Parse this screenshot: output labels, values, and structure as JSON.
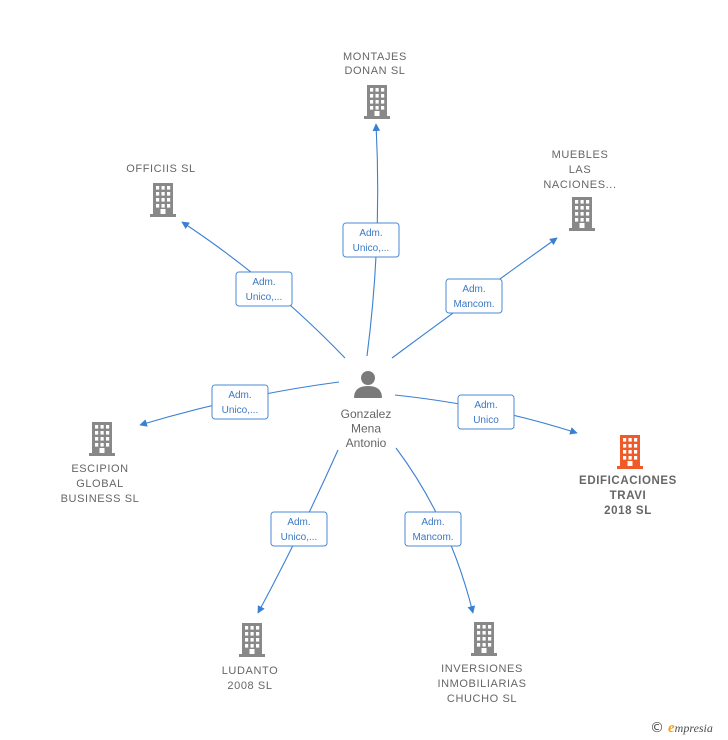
{
  "colors": {
    "edge": "#3a80d2",
    "role_text": "#3a78c4",
    "role_border": "#4a8ad4",
    "building": "#888888",
    "building_highlight": "#f05a28",
    "text": "#666666",
    "brand_e": "#f0a020"
  },
  "center": {
    "icon": "person-icon",
    "name": [
      "Gonzalez",
      "Mena",
      "Antonio"
    ]
  },
  "nodes": [
    {
      "id": "montajes",
      "icon": "building-icon",
      "highlight": false,
      "name": [
        "MONTAJES",
        "DONAN  SL"
      ],
      "role": [
        "Adm.",
        "Unico,..."
      ]
    },
    {
      "id": "muebles",
      "icon": "building-icon",
      "highlight": false,
      "name": [
        "MUEBLES",
        "LAS",
        "NACIONES..."
      ],
      "role": [
        "Adm.",
        "Mancom."
      ]
    },
    {
      "id": "edificaciones",
      "icon": "building-icon",
      "highlight": true,
      "name": [
        "EDIFICACIONES",
        "TRAVI",
        "2018  SL"
      ],
      "role": [
        "Adm.",
        "Unico"
      ]
    },
    {
      "id": "inversiones",
      "icon": "building-icon",
      "highlight": false,
      "name": [
        "INVERSIONES",
        "INMOBILIARIAS",
        "CHUCHO  SL"
      ],
      "role": [
        "Adm.",
        "Mancom."
      ]
    },
    {
      "id": "ludanto",
      "icon": "building-icon",
      "highlight": false,
      "name": [
        "LUDANTO",
        "2008  SL"
      ],
      "role": [
        "Adm.",
        "Unico,..."
      ]
    },
    {
      "id": "escipion",
      "icon": "building-icon",
      "highlight": false,
      "name": [
        "ESCIPION",
        "GLOBAL",
        "BUSINESS  SL"
      ],
      "role": [
        "Adm.",
        "Unico,..."
      ]
    },
    {
      "id": "officiis",
      "icon": "building-icon",
      "highlight": false,
      "name": [
        "OFFICIIS  SL"
      ],
      "role": [
        "Adm.",
        "Unico,..."
      ]
    }
  ],
  "footer": {
    "copyright_symbol": "©",
    "brand_initial": "e",
    "brand_rest": "mpresia"
  }
}
